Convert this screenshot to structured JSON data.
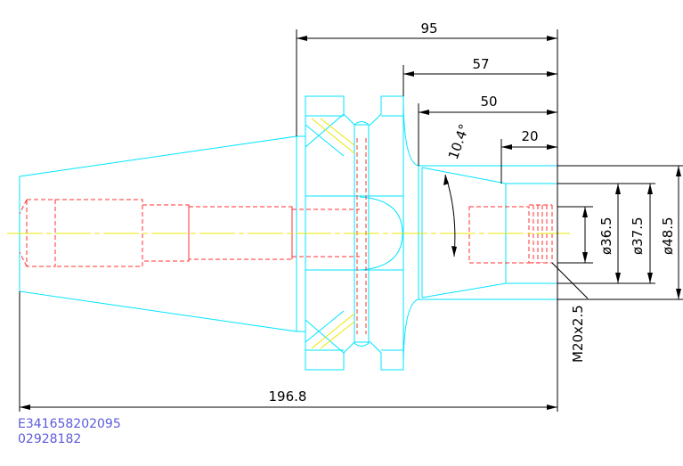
{
  "drawing": {
    "dimensions": {
      "d95": "95",
      "d57": "57",
      "d50": "50",
      "d20": "20",
      "d196": "196.8",
      "angle": "10.4°",
      "dia36": "ø36.5",
      "dia37": "ø37.5",
      "dia48": "ø48.5",
      "thread": "M20x2.5"
    },
    "codes": {
      "line1": "E341658202095",
      "line2": "02928182"
    },
    "colors": {
      "outline": "#00e5ff",
      "hidden": "#ff3030",
      "center": "#e8e800",
      "dimension": "#000000",
      "code_text": "#5b5bdc"
    }
  }
}
